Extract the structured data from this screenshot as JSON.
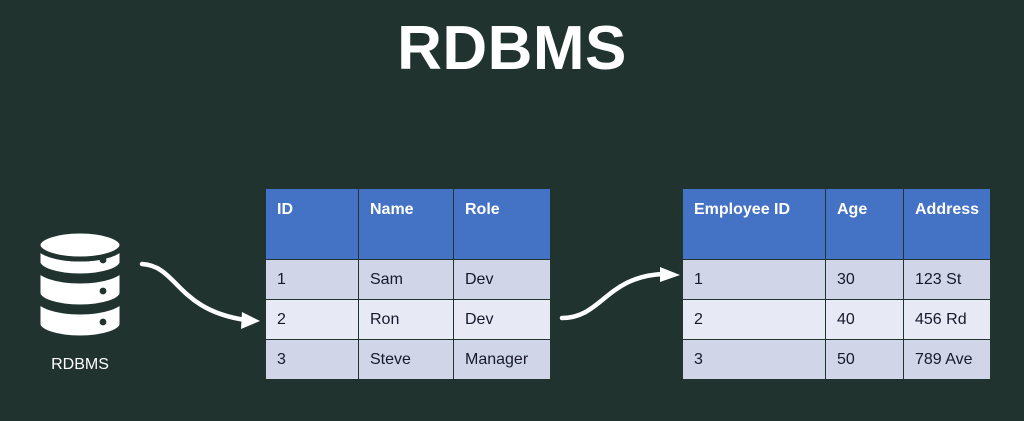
{
  "slide": {
    "title": "RDBMS",
    "background_color": "#20332F",
    "accent_color": "#4472C4"
  },
  "database": {
    "icon": "database-cylinder-icon",
    "label": "RDBMS"
  },
  "arrows": [
    {
      "name": "arrow-db-to-table-1",
      "direction": "right"
    },
    {
      "name": "arrow-table-1-to-table-2",
      "direction": "right"
    }
  ],
  "tables": [
    {
      "name": "employee-role-table",
      "headers": [
        "ID",
        "Name",
        "Role"
      ],
      "rows": [
        [
          "1",
          "Sam",
          "Dev"
        ],
        [
          "2",
          "Ron",
          "Dev"
        ],
        [
          "3",
          "Steve",
          "Manager"
        ]
      ]
    },
    {
      "name": "employee-detail-table",
      "headers": [
        "Employee ID",
        "Age",
        "Address"
      ],
      "rows": [
        [
          "1",
          "30",
          "123 St"
        ],
        [
          "2",
          "40",
          "456 Rd"
        ],
        [
          "3",
          "50",
          "789 Ave"
        ]
      ]
    }
  ]
}
